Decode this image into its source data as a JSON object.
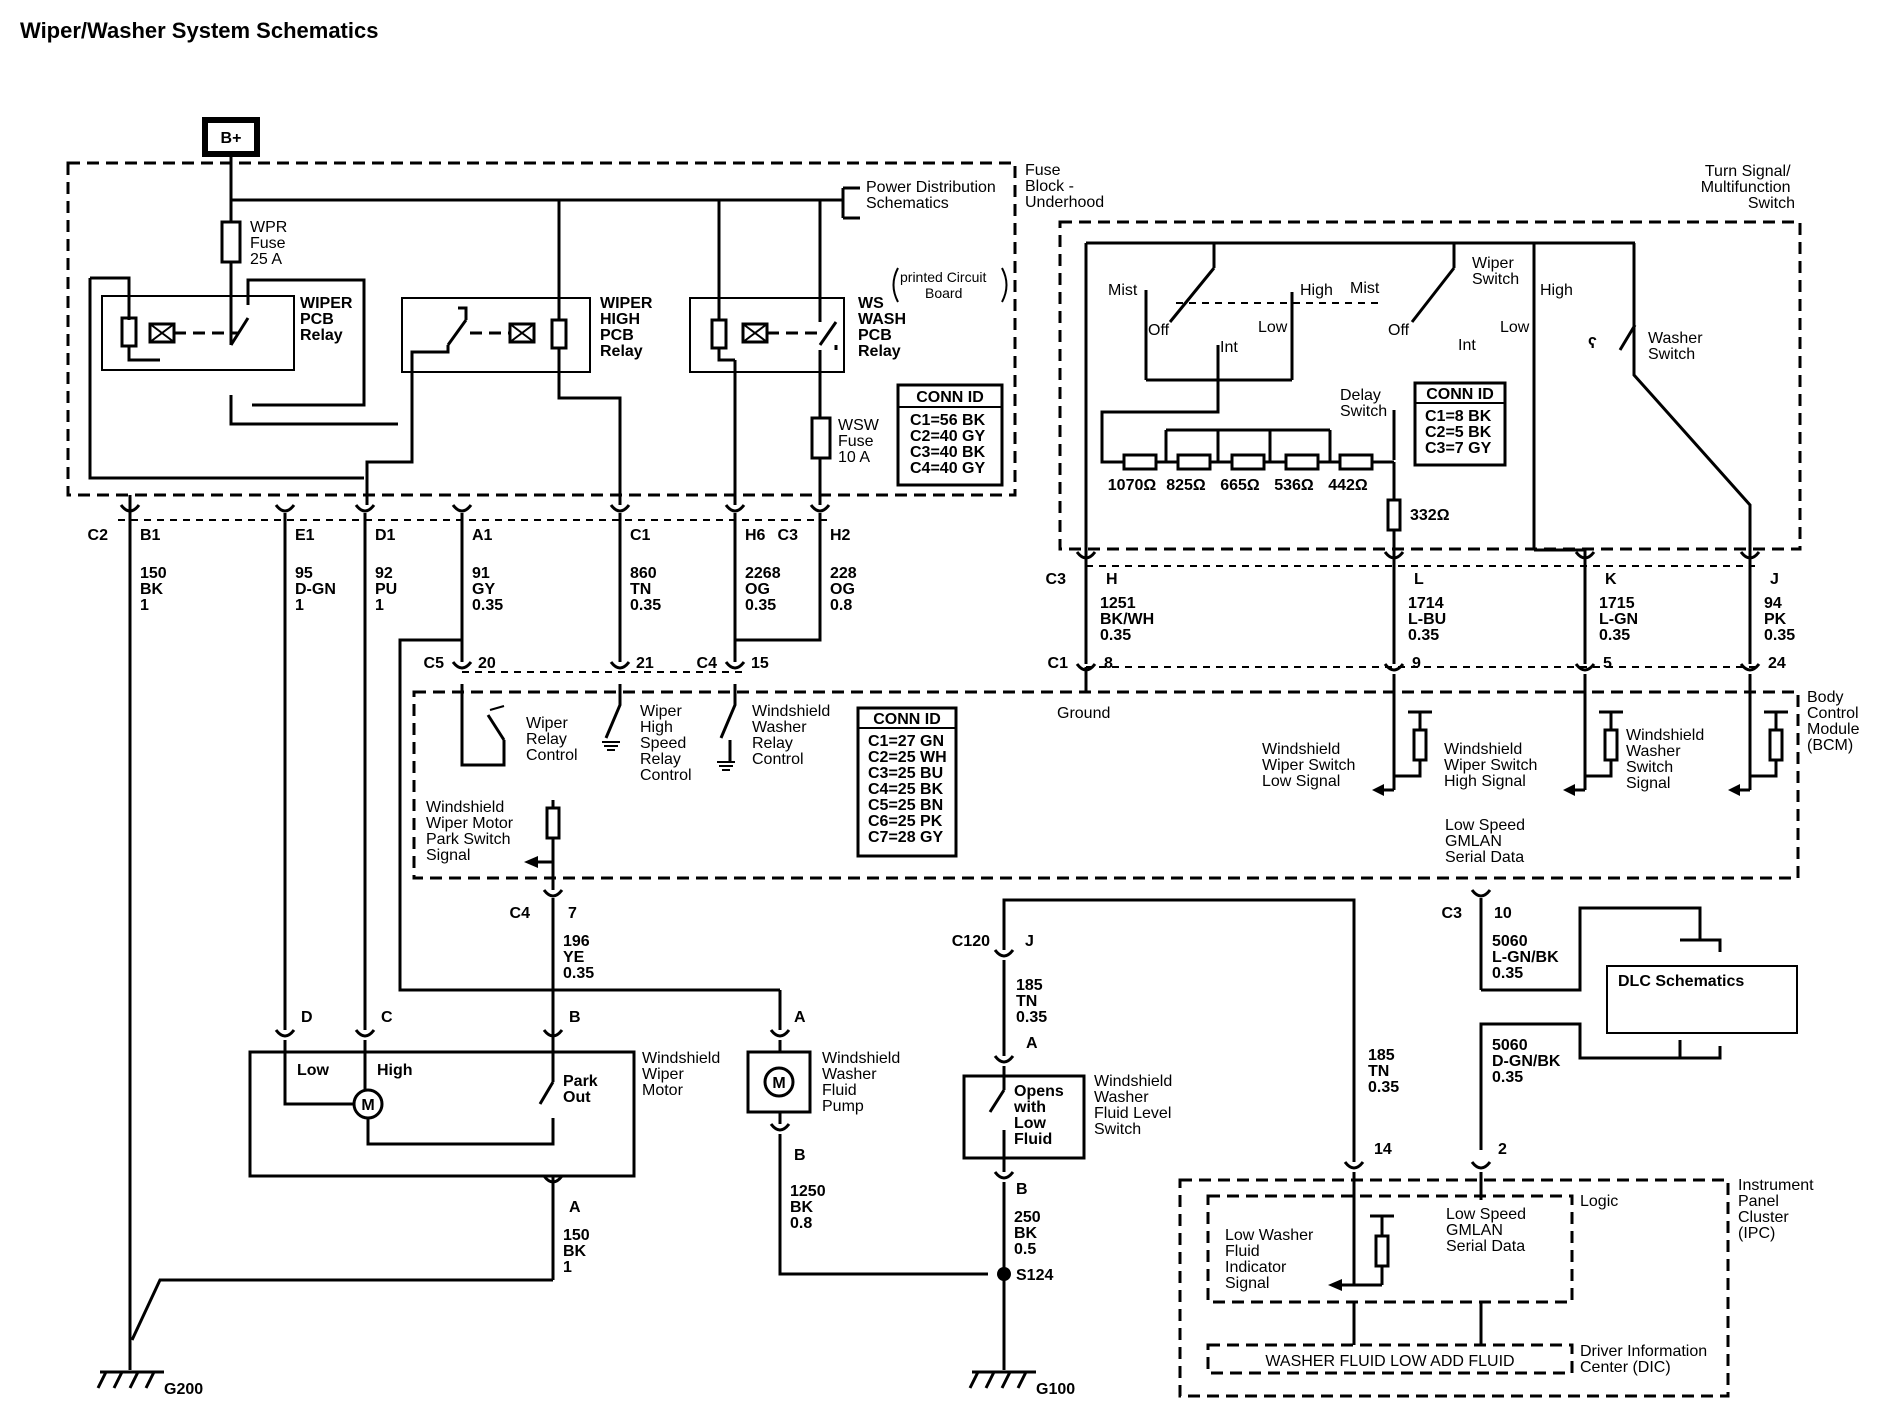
{
  "title": "Wiper/Washer System Schematics",
  "power": {
    "label": "B+"
  },
  "fuse_block": {
    "label": [
      "Fuse",
      "Block -",
      "Underhood"
    ],
    "power_distribution": [
      "Power Distribution",
      "Schematics"
    ],
    "pcb_note": [
      "printed Circuit",
      "Board"
    ],
    "wpr_fuse": [
      "WPR",
      "Fuse",
      "25 A"
    ],
    "wsw_fuse": [
      "WSW",
      "Fuse",
      "10 A"
    ],
    "wiper_relay": [
      "WIPER",
      "PCB",
      "Relay"
    ],
    "wiper_high_relay": [
      "WIPER",
      "HIGH",
      "PCB",
      "Relay"
    ],
    "ws_wash_relay": [
      "WS",
      "WASH",
      "PCB",
      "Relay"
    ],
    "conn": {
      "title": "CONN ID",
      "rows": [
        "C1=56 BK",
        "C2=40 GY",
        "C3=40 BK",
        "C4=40 GY"
      ]
    }
  },
  "fuse_block_pins": [
    {
      "conn": "C2",
      "pin": "B1",
      "circuit": [
        "150",
        "BK",
        "1"
      ]
    },
    {
      "conn": "",
      "pin": "E1",
      "circuit": [
        "95",
        "D-GN",
        "1"
      ]
    },
    {
      "conn": "",
      "pin": "D1",
      "circuit": [
        "92",
        "PU",
        "1"
      ]
    },
    {
      "conn": "",
      "pin": "A1",
      "circuit": [
        "91",
        "GY",
        "0.35"
      ]
    },
    {
      "conn": "",
      "pin": "C1",
      "circuit": [
        "860",
        "TN",
        "0.35"
      ]
    },
    {
      "conn": "",
      "pin": "H6",
      "circuit": [
        "2268",
        "OG",
        "0.35"
      ]
    },
    {
      "conn": "C3",
      "pin": "H2",
      "circuit": [
        "228",
        "OG",
        "0.8"
      ]
    }
  ],
  "turn_signal_switch": {
    "label": [
      "Turn Signal/",
      "Multifunction",
      "Switch"
    ],
    "wiper_switch": [
      "Wiper",
      "Switch"
    ],
    "washer_switch": [
      "Washer",
      "Switch"
    ],
    "delay_switch": [
      "Delay",
      "Switch"
    ],
    "positions": {
      "mist": "Mist",
      "off": "Off",
      "int": "Int",
      "low": "Low",
      "high": "High"
    },
    "resistors": [
      "1070Ω",
      "825Ω",
      "665Ω",
      "536Ω",
      "442Ω"
    ],
    "resistor_extra": "332Ω",
    "conn": {
      "title": "CONN ID",
      "rows": [
        "C1=8 BK",
        "C2=5 BK",
        "C3=7 GY"
      ]
    }
  },
  "turn_signal_pins": [
    {
      "conn": "C3",
      "pin": "H",
      "circuit": [
        "1251",
        "BK/WH",
        "0.35"
      ],
      "bcm_conn": "C1",
      "bcm_pin": "8"
    },
    {
      "conn": "",
      "pin": "L",
      "circuit": [
        "1714",
        "L-BU",
        "0.35"
      ],
      "bcm_conn": "",
      "bcm_pin": "9"
    },
    {
      "conn": "",
      "pin": "K",
      "circuit": [
        "1715",
        "L-GN",
        "0.35"
      ],
      "bcm_conn": "",
      "bcm_pin": "5"
    },
    {
      "conn": "",
      "pin": "J",
      "circuit": [
        "94",
        "PK",
        "0.35"
      ],
      "bcm_conn": "",
      "bcm_pin": "24"
    }
  ],
  "bcm": {
    "label": [
      "Body",
      "Control",
      "Module",
      "(BCM)"
    ],
    "ground_label": "Ground",
    "pins_top": [
      {
        "conn": "C5",
        "pin": "20"
      },
      {
        "conn": "",
        "pin": "21"
      },
      {
        "conn": "C4",
        "pin": "15"
      }
    ],
    "wiper_relay_control": [
      "Wiper",
      "Relay",
      "Control"
    ],
    "wiper_high_control": [
      "Wiper",
      "High",
      "Speed",
      "Relay",
      "Control"
    ],
    "washer_relay_control": [
      "Windshield",
      "Washer",
      "Relay",
      "Control"
    ],
    "park_switch_signal": [
      "Windshield",
      "Wiper Motor",
      "Park Switch",
      "Signal"
    ],
    "low_signal": [
      "Windshield",
      "Wiper Switch",
      "Low Signal"
    ],
    "high_signal": [
      "Windshield",
      "Wiper Switch",
      "High Signal"
    ],
    "washer_signal": [
      "Windshield",
      "Washer",
      "Switch",
      "Signal"
    ],
    "gmlan": [
      "Low Speed",
      "GMLAN",
      "Serial Data"
    ],
    "conn": {
      "title": "CONN ID",
      "rows": [
        "C1=27 GN",
        "C2=25 WH",
        "C3=25 BU",
        "C4=25 BK",
        "C5=25 BN",
        "C6=25 PK",
        "C7=28 GY"
      ]
    },
    "pin_c4_7": {
      "conn": "C4",
      "pin": "7",
      "circuit": [
        "196",
        "YE",
        "0.35"
      ]
    },
    "pin_c3_10": {
      "conn": "C3",
      "pin": "10",
      "circuit": [
        "5060",
        "L-GN/BK",
        "0.35"
      ]
    }
  },
  "dlc": {
    "label": "DLC Schematics",
    "circuit": [
      "5060",
      "D-GN/BK",
      "0.35"
    ]
  },
  "wiper_motor": {
    "label": [
      "Windshield",
      "Wiper",
      "Motor"
    ],
    "pins": {
      "d": "D",
      "c": "C",
      "b": "B",
      "a": "A"
    },
    "low": "Low",
    "high": "High",
    "park": [
      "Park",
      "Out"
    ],
    "ground_circuit": [
      "150",
      "BK",
      "1"
    ]
  },
  "washer_pump": {
    "label": [
      "Windshield",
      "Washer",
      "Fluid",
      "Pump"
    ],
    "pin_a": "A",
    "pin_b": "B",
    "ground_circuit": [
      "1250",
      "BK",
      "0.8"
    ]
  },
  "fluid_level_switch": {
    "label": [
      "Windshield",
      "Washer",
      "Fluid Level",
      "Switch"
    ],
    "note": [
      "Opens",
      "with",
      "Low",
      "Fluid"
    ],
    "conn": "C120",
    "conn_pin": "J",
    "pin_a": "A",
    "pin_b": "B",
    "circuit_top": [
      "185",
      "TN",
      "0.35"
    ],
    "circuit_ipc": [
      "185",
      "TN",
      "0.35"
    ],
    "ground_circuit": [
      "250",
      "BK",
      "0.5"
    ],
    "splice": "S124"
  },
  "ipc": {
    "label": [
      "Instrument",
      "Panel",
      "Cluster",
      "(IPC)"
    ],
    "logic": "Logic",
    "fluid_signal": [
      "Low Washer",
      "Fluid",
      "Indicator",
      "Signal"
    ],
    "gmlan": [
      "Low Speed",
      "GMLAN",
      "Serial Data"
    ],
    "dic_label": [
      "Driver Information",
      "Center (DIC)"
    ],
    "dic_message": "WASHER FLUID LOW ADD FLUID",
    "pin_14": "14",
    "pin_2": "2"
  },
  "grounds": {
    "g200": "G200",
    "g100": "G100"
  }
}
